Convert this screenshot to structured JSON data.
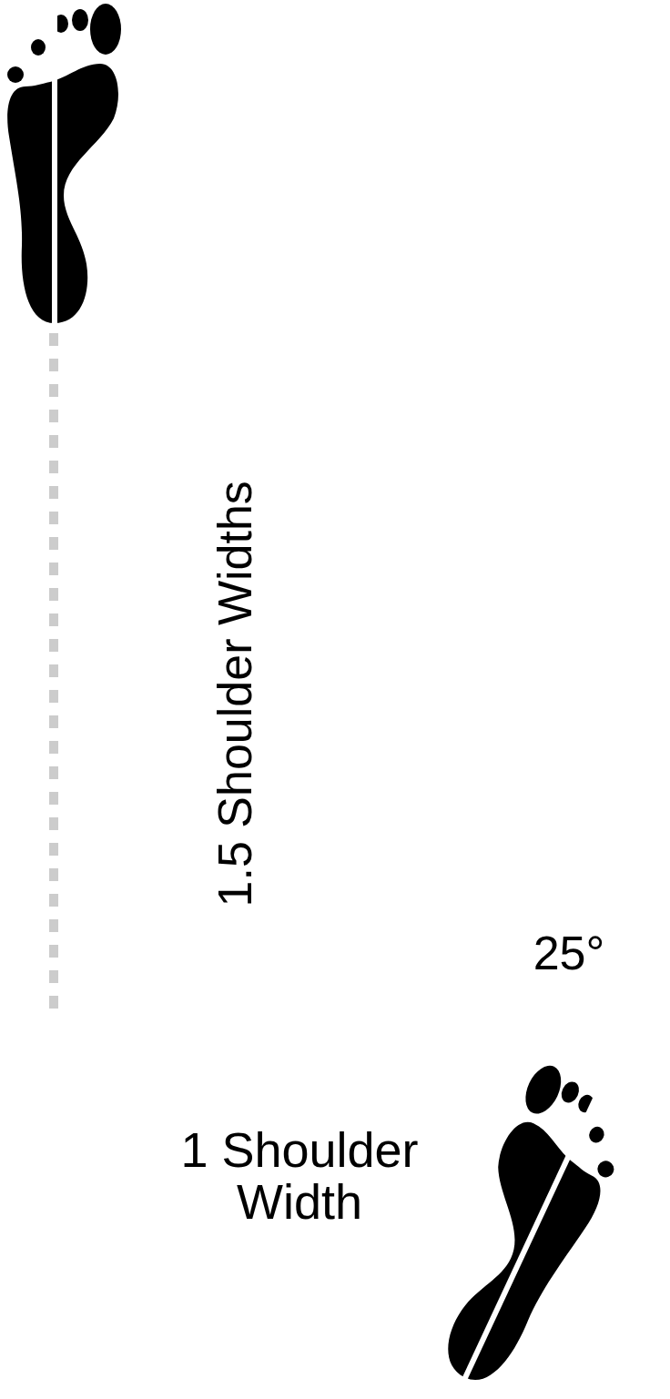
{
  "diagram": {
    "labels": [
      "1.5 Shoulder Widths",
      "25°",
      "1 Shoulder Width"
    ]
  }
}
